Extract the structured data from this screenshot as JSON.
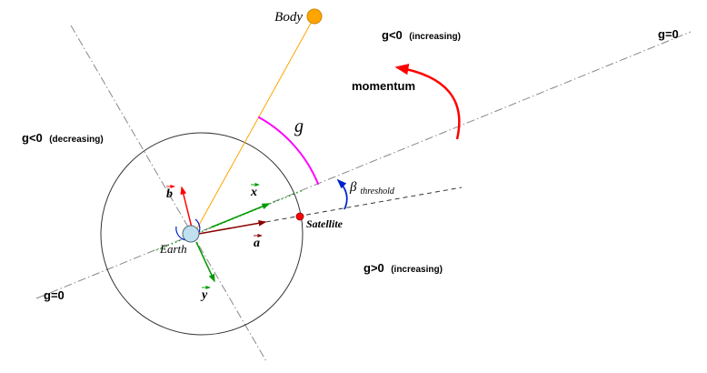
{
  "labels": {
    "body": "Body",
    "earth": "Earth",
    "satellite": "Satellite",
    "g_angle": "g",
    "beta_symbol": "β",
    "beta_sub": "threshold",
    "momentum": "momentum",
    "axis": {
      "g_zero_top": "g=0",
      "g_zero_bottom": "g=0"
    },
    "regions": {
      "top_right": {
        "main": "g<0",
        "sub": "(increasing)"
      },
      "left": {
        "main": "g<0",
        "sub": "(decreasing)"
      },
      "bottom_right": {
        "main": "g>0",
        "sub": "(increasing)"
      }
    },
    "vectors": {
      "b": "b",
      "a": "a",
      "x": "x",
      "y": "y"
    }
  },
  "colors": {
    "orange": "#FFA500",
    "body_stroke": "#CC8400",
    "magenta": "#FF00FF",
    "red": "#FF0000",
    "dark_red": "#8B0000",
    "green": "#009900",
    "blue": "#0022CC",
    "earth_blue": "#33AADD",
    "earth_fill": "#BFE0EE",
    "line_gray": "#888888",
    "line_black": "#333333"
  }
}
